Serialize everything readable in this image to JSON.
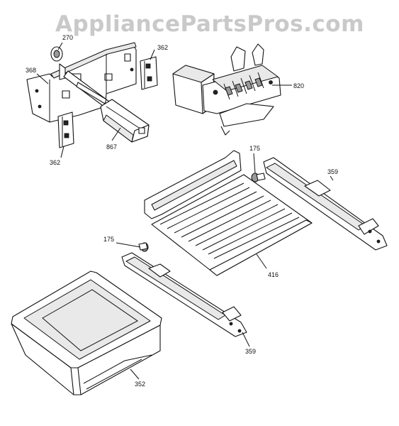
{
  "watermark": "AppliancePartsPros.com",
  "callouts": {
    "c270": "270",
    "c368": "368",
    "c362_top": "362",
    "c362_bottom": "362",
    "c867": "867",
    "c820": "820",
    "c175_right": "175",
    "c175_left": "175",
    "c359_right": "359",
    "c359_bottom": "359",
    "c416": "416",
    "c352": "352"
  },
  "colors": {
    "line": "#111111",
    "watermark": "#c9c9c9",
    "background": "#ffffff"
  }
}
